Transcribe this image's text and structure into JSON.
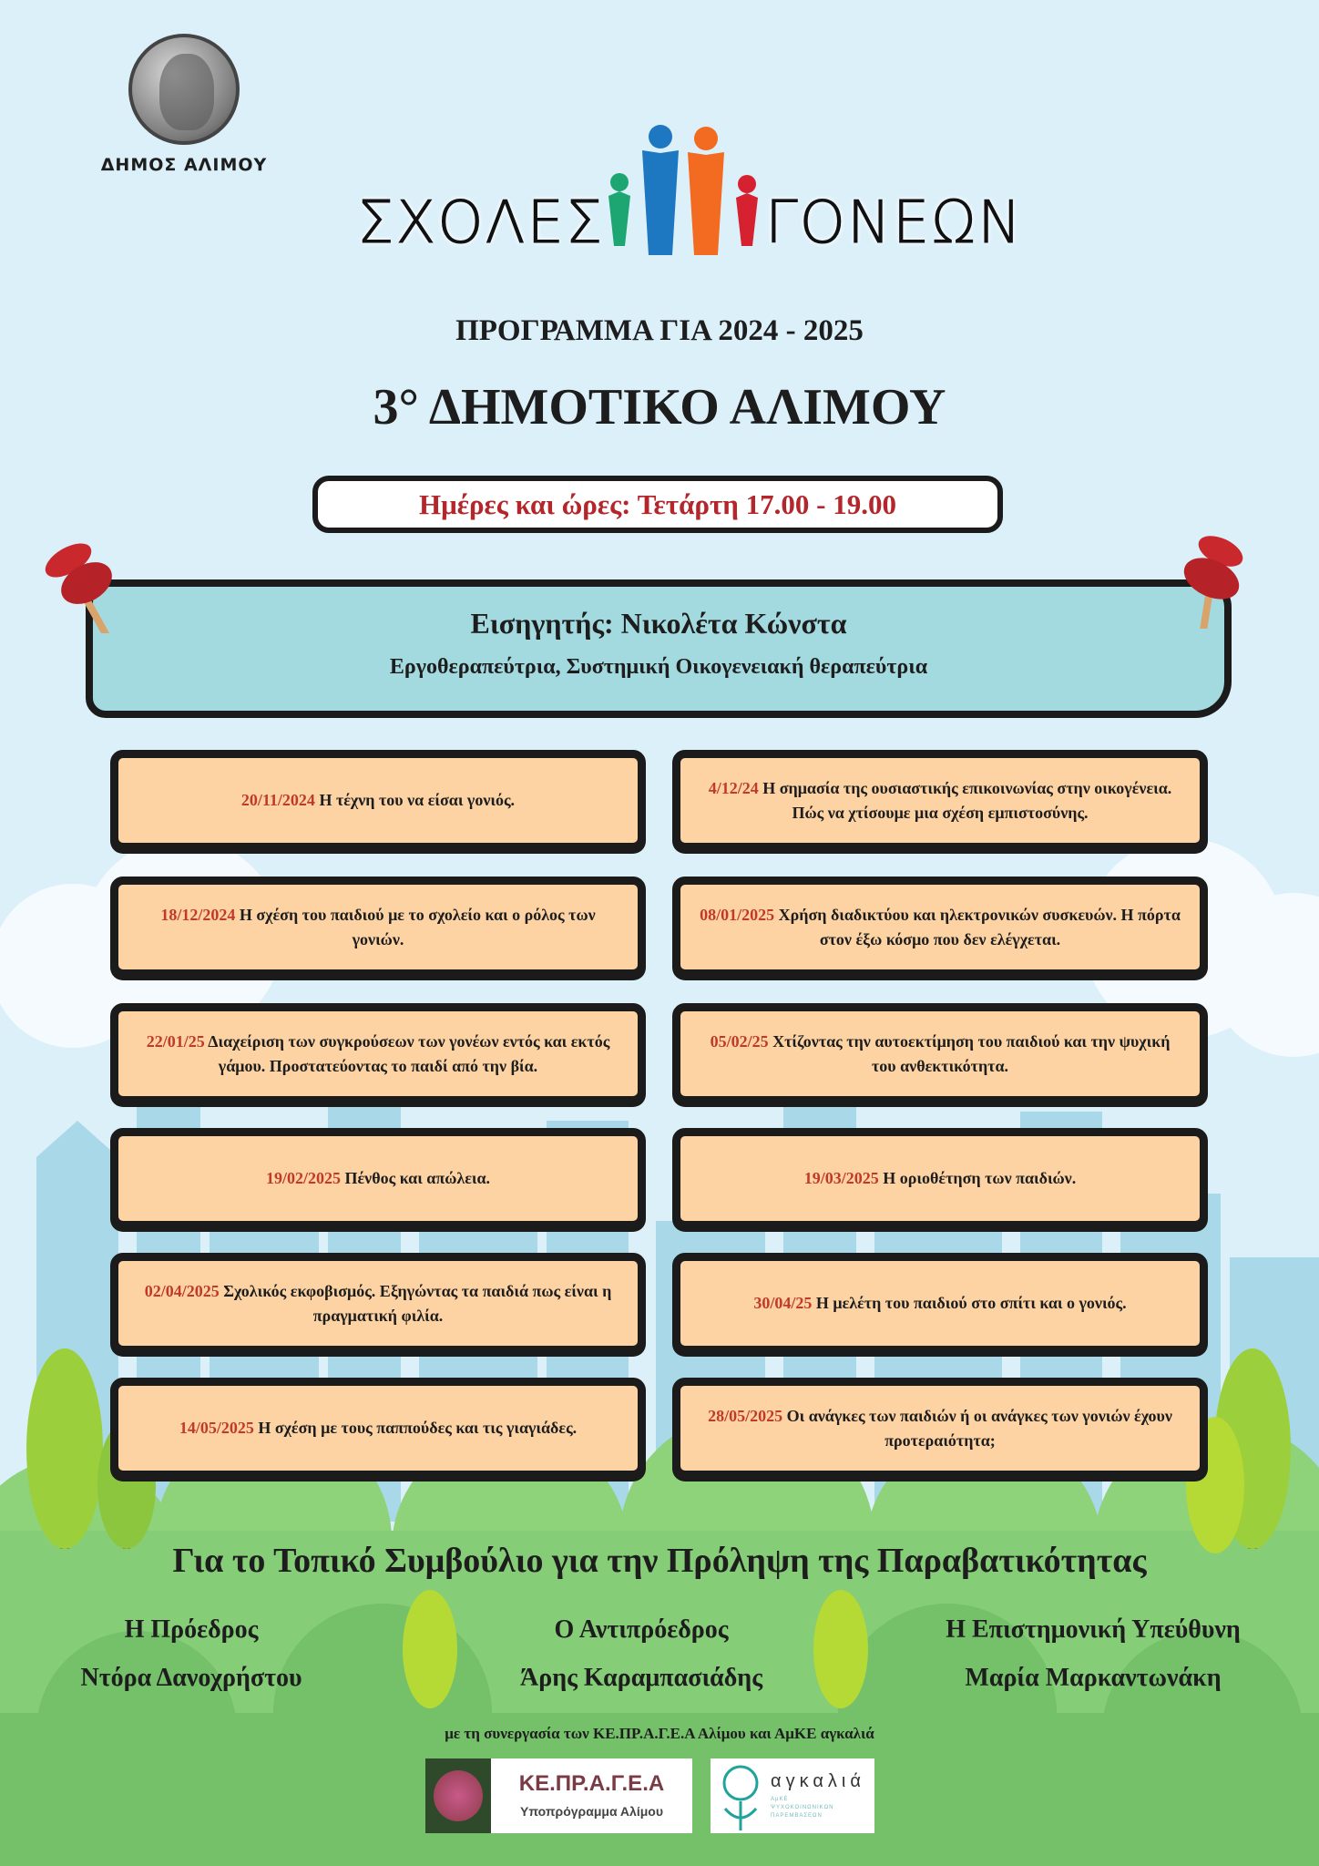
{
  "header": {
    "municipality": "ΔΗΜΟΣ ΑΛΙΜΟΥ",
    "brand_left": "ΣΧΟΛΕΣ",
    "brand_right": "ΓΟΝΕΩΝ",
    "subtitle": "ΠΡΟΓΡΑΜΜΑ ΓΙΑ 2024 - 2025",
    "school": "3° ΔΗΜΟΤΙΚΟ ΑΛΙΜΟΥ",
    "schedule": "Ημέρες και ώρες: Τετάρτη 17.00 - 19.00"
  },
  "speaker": {
    "name": "Εισηγητής: Νικολέτα Κώνστα",
    "role": "Εργοθεραπεύτρια, Συστημική Οικογενειακή θεραπεύτρια"
  },
  "sessions": [
    {
      "date": "20/11/2024",
      "topic": "Η τέχνη του να είσαι γονιός."
    },
    {
      "date": "4/12/24",
      "topic": "Η σημασία της ουσιαστικής επικοινωνίας στην οικογένεια. Πώς να χτίσουμε μια σχέση εμπιστοσύνης."
    },
    {
      "date": "18/12/2024",
      "topic": "Η σχέση του παιδιού με το σχολείο και ο ρόλος των γονιών."
    },
    {
      "date": "08/01/2025",
      "topic": "Χρήση διαδικτύου και ηλεκτρονικών συσκευών. Η πόρτα στον έξω κόσμο που δεν ελέγχεται."
    },
    {
      "date": "22/01/25",
      "topic": "Διαχείριση των συγκρούσεων των γονέων εντός και εκτός γάμου. Προστατεύοντας το παιδί από την βία."
    },
    {
      "date": "05/02/25",
      "topic": "Χτίζοντας την αυτοεκτίμηση του παιδιού και την ψυχική του ανθεκτικότητα."
    },
    {
      "date": "19/02/2025",
      "topic": "Πένθος και απώλεια."
    },
    {
      "date": "19/03/2025",
      "topic": "Η οριοθέτηση των παιδιών."
    },
    {
      "date": "02/04/2025",
      "topic": "Σχολικός εκφοβισμός. Εξηγώντας τα παιδιά πως είναι η πραγματική φιλία."
    },
    {
      "date": "30/04/25",
      "topic": "Η μελέτη του παιδιού στο σπίτι και ο γονιός."
    },
    {
      "date": "14/05/2025",
      "topic": "Η σχέση με τους παππούδες και τις γιαγιάδες."
    },
    {
      "date": "28/05/2025",
      "topic": "Οι ανάγκες των παιδιών ή οι ανάγκες των γονιών έχουν προτεραιότητα;"
    }
  ],
  "footer": {
    "council": "Για το Τοπικό Συμβούλιο για την Πρόληψη της Παραβατικότητας",
    "officers": [
      {
        "title": "Η Πρόεδρος",
        "name": "Ντόρα Δανοχρήστου"
      },
      {
        "title": "Ο Αντιπρόεδρος",
        "name": "Άρης Καραμπασιάδης"
      },
      {
        "title": "Η Επιστημονική Υπεύθυνη",
        "name": "Μαρία Μαρκαντωνάκη"
      }
    ],
    "collaboration": "με τη συνεργασία των ΚΕ.ΠΡ.Α.Γ.Ε.Α Αλίμου και ΑμΚΕ αγκαλιά",
    "kepragea_title": "ΚΕ.ΠΡ.Α.Γ.Ε.Α",
    "kepragea_sub": "Υποπρόγραμμα Αλίμου",
    "agkalia_title": "αγκαλιά",
    "agkalia_sub": [
      "ΑμΚΕ",
      "ΨΥΧΟΚΟΙΝΩΝΙΚΩΝ",
      "ΠΑΡΕΜΒΑΣΕΩΝ"
    ]
  },
  "colors": {
    "accent_red": "#c0392b",
    "card": "#fdd3a4",
    "banner": "#a3dae0",
    "grass": "#74c16a"
  }
}
